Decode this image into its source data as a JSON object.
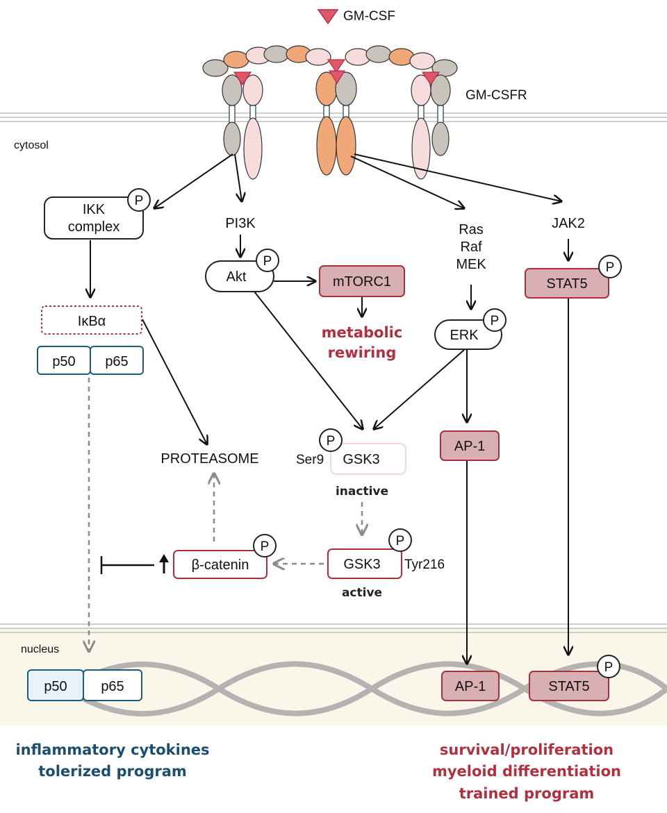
{
  "ligand_label": "GM-CSF",
  "receptor_label": "GM-CSFR",
  "compartments": {
    "cytosol": "cytosol",
    "nucleus": "nucleus"
  },
  "nodes": {
    "ikk_line1": "IKK",
    "ikk_line2": "complex",
    "pi3k": "PI3K",
    "akt": "Akt",
    "mtorc1": "mTORC1",
    "ras": "Ras",
    "raf": "Raf",
    "mek": "MEK",
    "erk": "ERK",
    "jak2": "JAK2",
    "stat5": "STAT5",
    "ikba": "IκBα",
    "p50": "p50",
    "p65": "p65",
    "proteasome": "PROTEASOME",
    "gsk3": "GSK3",
    "ser9": "Ser9",
    "tyr216": "Tyr216",
    "inactive": "inactive",
    "active": "active",
    "bcatenin": "β-catenin",
    "ap1": "AP-1",
    "phospho": "P"
  },
  "outcomes": {
    "metabolic_line1": "metabolic",
    "metabolic_line2": "rewiring",
    "left_line1": "inflammatory cytokines",
    "left_line2": "tolerized program",
    "right_line1": "survival/proliferation",
    "right_line2": "myeloid differentiation",
    "right_line3": "trained program"
  },
  "colors": {
    "red_box_fill": "#d8b0b4",
    "red_border": "#a8303c",
    "blue_border": "#1d5a7e",
    "nucleus_bg": "#fbf6ea",
    "receptor_grey": "#c9c3bd",
    "receptor_orange": "#f0a878",
    "receptor_pink": "#f6dcdc",
    "ligand": "#e0566a"
  }
}
